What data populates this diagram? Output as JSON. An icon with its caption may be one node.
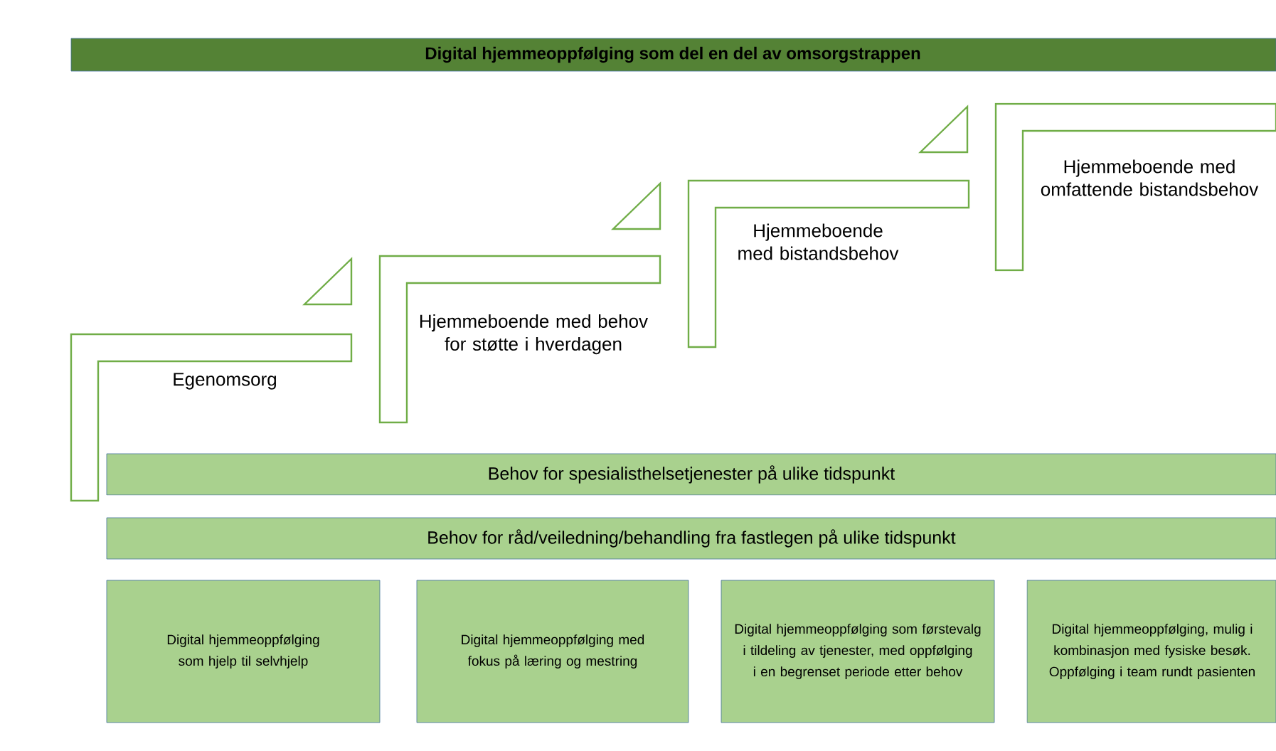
{
  "diagram": {
    "title": "Digital hjemmeoppfølging som del en del av omsorgstrappen",
    "nodes": [
      {
        "text": [
          "Egenomsorg"
        ]
      },
      {
        "text": [
          "Hjemmeboende med behov for støtte i hverdagen"
        ]
      },
      {
        "text": [
          "Hjemmeboende med bistandsbehov"
        ]
      },
      {
        "text": [
          "Hjemmeboende med omfattende bistandsbehov"
        ]
      },
      {
        "text": [
          "Behov for spesialisthelsetjenester på ulike tidspunkt"
        ]
      },
      {
        "text": [
          "Behov for råd/veiledning/behandling fra fastlegen på ulike tidspunkt"
        ]
      },
      {
        "text": [
          "Digital hjemmeoppfølging som hjelp til selvhjelp"
        ]
      },
      {
        "text": [
          "Digital hjemmeoppfølging med fokus på læring og mestring"
        ]
      },
      {
        "text": [
          "Digital hjemmeoppfølging som førstevalg i tildeling av tjenester, med oppfølging i en begrenset periode etter behov"
        ]
      },
      {
        "text": [
          "Digital hjemmeoppfølging, mulig i kombinasjon med fysiske besøk. Oppfølging i team rundt pasienten"
        ]
      }
    ],
    "edges": []
  }
}
